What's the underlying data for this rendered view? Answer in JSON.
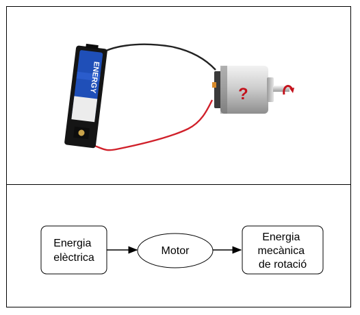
{
  "photo": {
    "question_mark": "?",
    "battery_text": "ENERGY"
  },
  "diagram": {
    "source_line1": "Energia",
    "source_line2": "elèctrica",
    "converter": "Motor",
    "output_line1": "Energia",
    "output_line2": "mecànica",
    "output_line3": "de rotació"
  }
}
